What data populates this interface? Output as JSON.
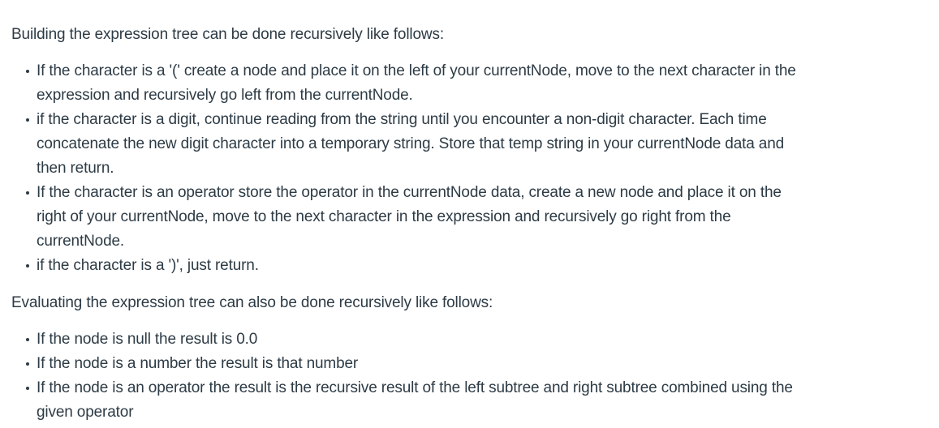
{
  "theme": {
    "background_color": "#ffffff",
    "text_color": "#2d3b45"
  },
  "content": {
    "section1": {
      "intro": "Building the expression tree can be done recursively like follows:",
      "bullets": [
        {
          "lines": [
            "If the character is a '(' create a node and place it on the left of your currentNode, move to the next character in the",
            "expression and recursively go left from the currentNode."
          ]
        },
        {
          "lines": [
            "if the character is a digit, continue reading from the string until you encounter a non-digit character. Each time",
            "concatenate the new digit character into a temporary string. Store that temp string in your currentNode data and",
            "then return."
          ]
        },
        {
          "lines": [
            "If the character is an operator store the operator in the currentNode data, create a new node and place it on the",
            "right of your currentNode, move to the next character in the expression and recursively go right from the",
            "currentNode."
          ]
        },
        {
          "lines": [
            "if the character is a ')', just return."
          ]
        }
      ]
    },
    "section2": {
      "intro": "Evaluating the expression tree can also be done recursively like follows:",
      "bullets": [
        {
          "lines": [
            "If the node is null the result is 0.0"
          ]
        },
        {
          "lines": [
            "If the node is a number the result is that number"
          ]
        },
        {
          "lines": [
            "If the node is an operator the result is the recursive result of the left subtree and right subtree combined using the",
            "given operator"
          ]
        }
      ]
    }
  }
}
